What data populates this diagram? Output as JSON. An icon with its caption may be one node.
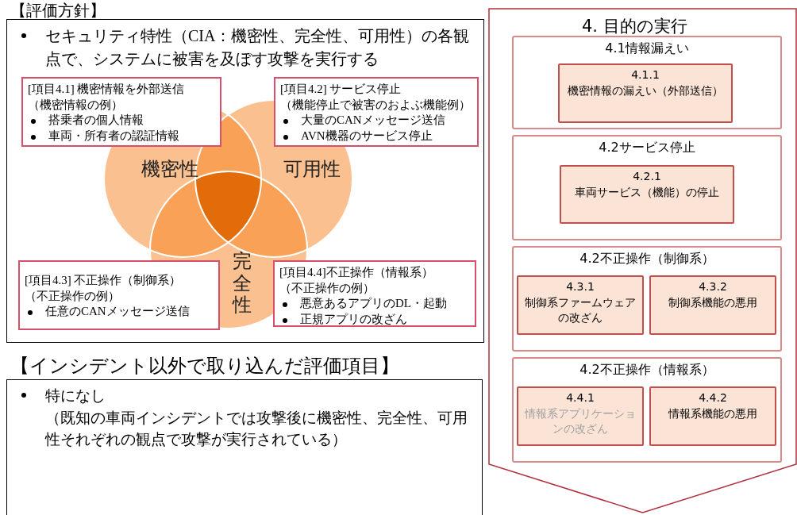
{
  "diagram": {
    "nodes": [
      {
        "text": [
          "【評価方針】",
          "セキュリティ特性（CIA：機密性、完全性、可用性）の各観点で、システムに被害を及ぼす攻撃を実行する"
        ]
      },
      {
        "text": [
          "機密性"
        ],
        "in": 0
      },
      {
        "text": [
          "可用性"
        ],
        "in": 0
      },
      {
        "text": [
          "完全性"
        ],
        "in": 0
      },
      {
        "text": [
          "[項目4.1] 機密情報を外部送信",
          "（機密情報の例）",
          "搭乗者の個人情報",
          "車両・所有者の認証情報"
        ],
        "in": 0
      },
      {
        "text": [
          "[項目4.2] サービス停止",
          "（機能停止で被害のおよぶ機能例）",
          "大量のCANメッセージ送信",
          "AVN機器のサービス停止"
        ],
        "in": 0
      },
      {
        "text": [
          "[項目4.3] 不正操作（制御系）",
          "（不正操作の例）",
          "任意のCANメッセージ送信"
        ],
        "in": 0
      },
      {
        "text": [
          "[項目4.4]不正操作（情報系）",
          "（不正操作の例）",
          "悪意あるアプリのDL・起動",
          "正規アプリの改ざん"
        ],
        "in": 0
      },
      {
        "text": [
          "【インシデント以外で取り込んだ評価項目】",
          "特になし",
          "（既知の車両インシデントでは攻撃後に機密性、完全性、可用性それぞれの観点で攻撃が実行されている）"
        ]
      },
      {
        "text": [
          "4. 目的の実行"
        ]
      },
      {
        "text": [
          "4.1情報漏えい"
        ],
        "in": 9
      },
      {
        "text": [
          "4.1.1",
          "機密情報の漏えい（外部送信）"
        ],
        "in": 10
      },
      {
        "text": [
          "4.2サービス停止"
        ],
        "in": 9
      },
      {
        "text": [
          "4.2.1",
          "車両サービス（機能）の停止"
        ],
        "in": 12
      },
      {
        "text": [
          "4.2不正操作（制御系）"
        ],
        "in": 9
      },
      {
        "text": [
          "4.3.1",
          "制御系ファームウェアの改ざん"
        ],
        "in": 14
      },
      {
        "text": [
          "4.3.2",
          "制御系機能の悪用"
        ],
        "in": 14
      },
      {
        "text": [
          "4.2不正操作（情報系）"
        ],
        "in": 9
      },
      {
        "text": [
          "4.4.1",
          "情報系アプリケーションの改ざん"
        ],
        "in": 17
      },
      {
        "text": [
          "4.4.2",
          "情報系機能の悪用"
        ],
        "in": 17
      }
    ],
    "edges": []
  }
}
